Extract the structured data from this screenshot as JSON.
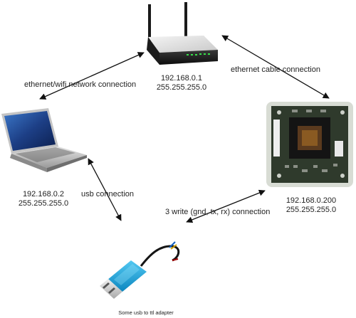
{
  "router": {
    "ip": "192.168.0.1",
    "mask": "255.255.255.0"
  },
  "laptop": {
    "ip": "192.168.0.2",
    "mask": "255.255.255.0"
  },
  "camera": {
    "ip": "192.168.0.200",
    "mask": "255.255.255.0"
  },
  "adapter": {
    "caption": "Some usb to ttl adapter"
  },
  "connections": {
    "router_laptop": "ethernet/wifi network connection",
    "router_camera": "ethernet cable connection",
    "laptop_adapter": "usb connection",
    "camera_adapter": "3 write (gnd, tx, rx) connection"
  },
  "colors": {
    "arrow": "#111111",
    "text": "#222222",
    "adapter_blue": "#1aa8e0",
    "pcb_green": "#2f3a2c"
  }
}
